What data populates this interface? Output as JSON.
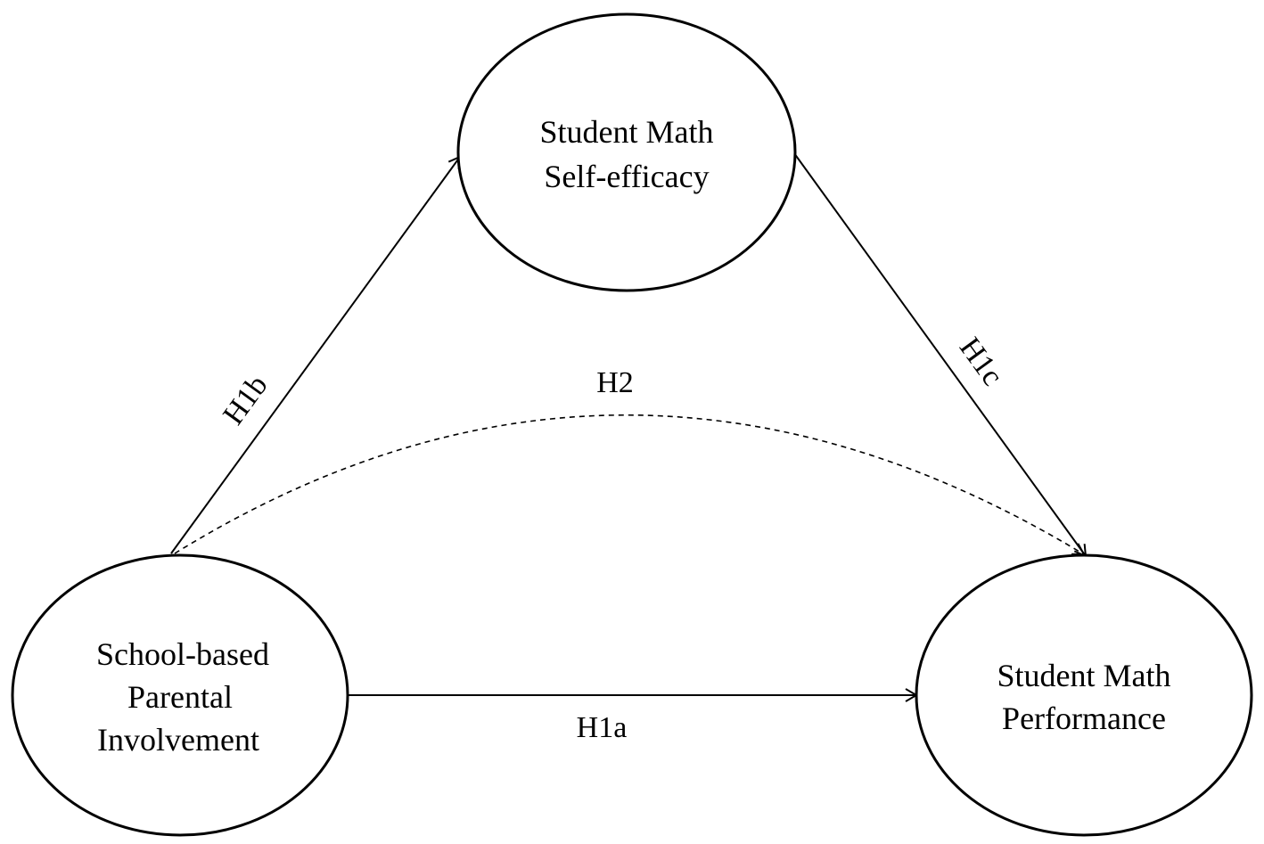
{
  "nodes": {
    "self_efficacy": {
      "lines": [
        "Student Math",
        "Self-efficacy"
      ]
    },
    "parental": {
      "lines": [
        "School-based",
        "Parental",
        "Involvement"
      ]
    },
    "performance": {
      "lines": [
        "Student Math",
        "Performance"
      ]
    }
  },
  "edges": {
    "h1a": {
      "label": "H1a"
    },
    "h1b": {
      "label": "H1b"
    },
    "h1c": {
      "label": "H1c"
    },
    "h2": {
      "label": "H2"
    }
  },
  "colors": {
    "stroke": "#000000",
    "background": "#ffffff"
  }
}
